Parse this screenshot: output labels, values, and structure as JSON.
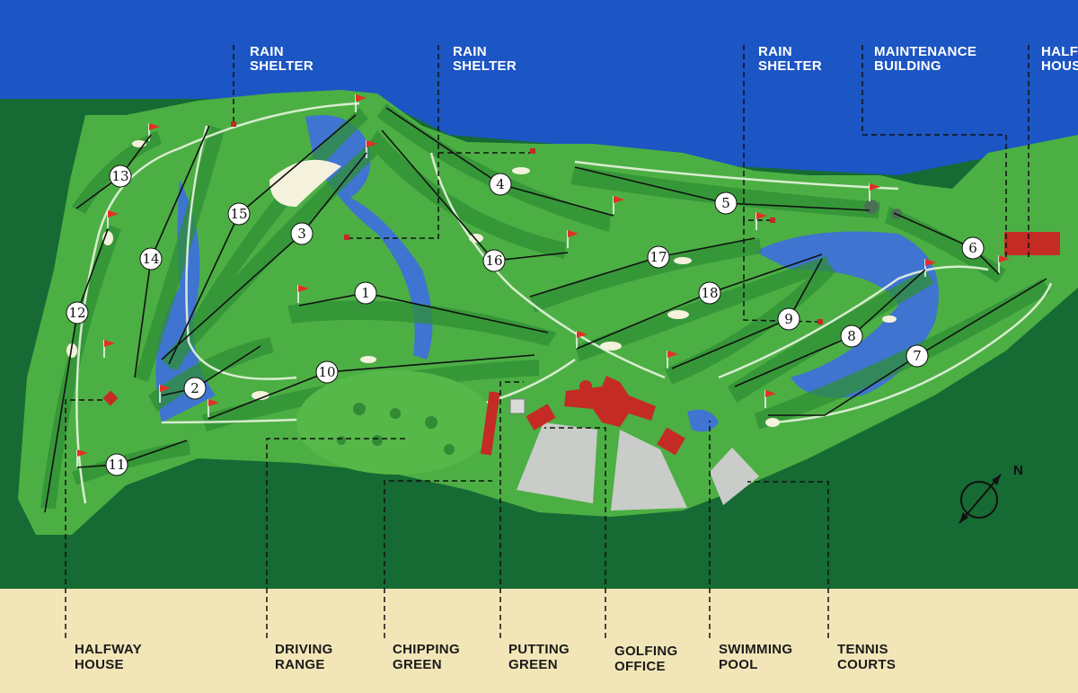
{
  "colors": {
    "sea": "#1c55c4",
    "forest": "#166a33",
    "course": "#4caf44",
    "fairway": "#2f8f34",
    "water": "#3f74d0",
    "sand": "#f2e6b8",
    "building": "#c42b25",
    "parking": "#c9ccc9",
    "flag": "#e52f22"
  },
  "top_labels": [
    {
      "line1": "RAIN",
      "line2": "SHELTER"
    },
    {
      "line1": "RAIN",
      "line2": "SHELTER"
    },
    {
      "line1": "RAIN",
      "line2": "SHELTER"
    },
    {
      "line1": "MAINTENANCE",
      "line2": "BUILDING"
    },
    {
      "line1": "HALF",
      "line2": "HOUS"
    }
  ],
  "bottom_labels": [
    {
      "line1": "HALFWAY",
      "line2": "HOUSE"
    },
    {
      "line1": "DRIVING",
      "line2": "RANGE"
    },
    {
      "line1": "CHIPPING",
      "line2": "GREEN"
    },
    {
      "line1": "PUTTING",
      "line2": "GREEN"
    },
    {
      "line1": "GOLFING",
      "line2": "OFFICE"
    },
    {
      "line1": "SWIMMING",
      "line2": "POOL"
    },
    {
      "line1": "TENNIS",
      "line2": "COURTS"
    }
  ],
  "holes": [
    "1",
    "2",
    "3",
    "4",
    "5",
    "6",
    "7",
    "8",
    "9",
    "10",
    "11",
    "12",
    "13",
    "14",
    "15",
    "16",
    "17",
    "18"
  ],
  "compass": {
    "north_label": "N"
  }
}
